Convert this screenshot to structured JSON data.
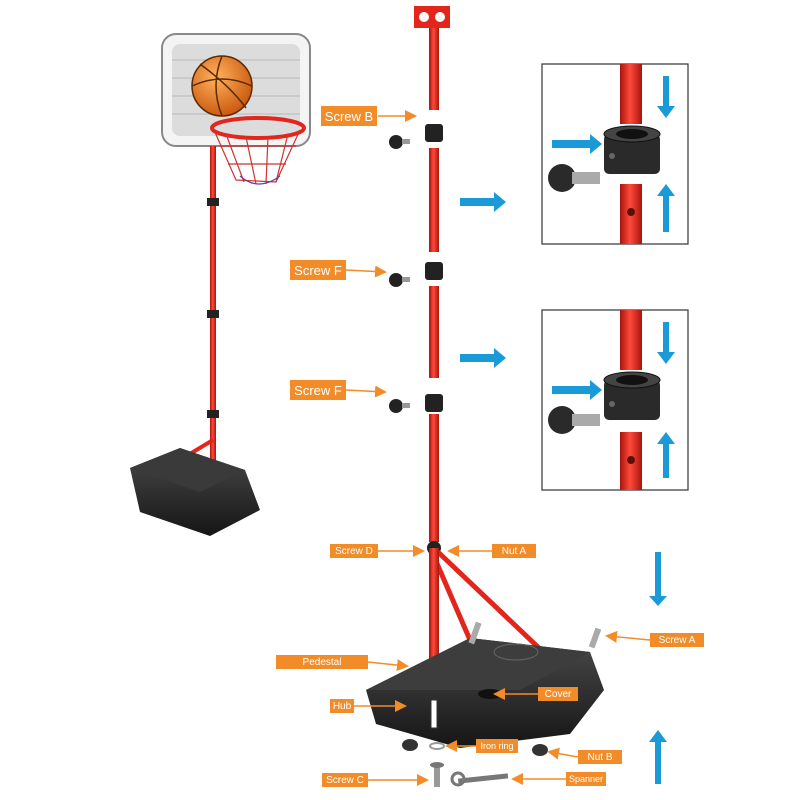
{
  "labels": {
    "screw_b": "Screw B",
    "screw_f1": "Screw F",
    "screw_f2": "Screw F",
    "screw_d": "Screw D",
    "nut_a": "Nut A",
    "screw_a": "Screw A",
    "pedestal": "Pedestal",
    "hub": "Hub",
    "cover": "Cover",
    "iron_ring": "Iron ring",
    "nut_b": "Nut B",
    "screw_c": "Screw C",
    "spanner": "Spanner"
  },
  "colors": {
    "pole": "#e2261c",
    "pole_dark": "#a8140e",
    "label_bg": "#f28c28",
    "arrow_orange": "#f28c28",
    "arrow_blue": "#1a9ad6",
    "black_part": "#222222",
    "ball": "#e8761c"
  }
}
